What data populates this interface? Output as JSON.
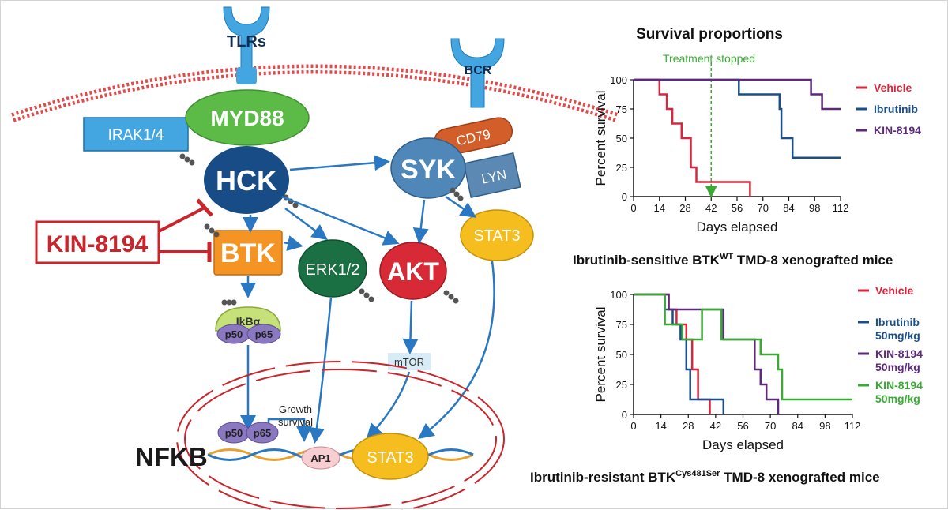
{
  "pathway": {
    "tlrs": "TLRs",
    "bcr": "BCR",
    "myd88": "MYD88",
    "irak": "IRAK1/4",
    "hck": "HCK",
    "syk": "SYK",
    "cd79": "CD79",
    "lyn": "LYN",
    "btk": "BTK",
    "erk": "ERK1/2",
    "akt": "AKT",
    "stat3_top": "STAT3",
    "inhibitor": "KIN-8194",
    "ikba": "IkBα",
    "p50": "p50",
    "p65": "p65",
    "mtor": "mTOR",
    "nfkb": "NFKB",
    "growth": "Growth",
    "survival": "survival",
    "ap1": "AP1",
    "stat3_nuc": "STAT3",
    "p50_nuc": "p50",
    "p65_nuc": "p65"
  },
  "chart_data": [
    {
      "type": "line",
      "title": "Survival proportions",
      "subtitle": "Ibrutinib-sensitive BTK",
      "subtitle_sup": "WT",
      "subtitle_end": " TMD-8 xenografted mice",
      "annotation": "Treatment stopped",
      "annotation_x": 42,
      "xlabel": "Days elapsed",
      "ylabel": "Percent survival",
      "xlim": [
        0,
        112
      ],
      "ylim": [
        0,
        100
      ],
      "xticks": [
        0,
        14,
        28,
        42,
        56,
        70,
        84,
        98,
        112
      ],
      "yticks": [
        0,
        25,
        50,
        75,
        100
      ],
      "series": [
        {
          "name": "Vehicle",
          "color": "#d7263d",
          "points": [
            [
              0,
              100
            ],
            [
              14,
              100
            ],
            [
              14,
              87.5
            ],
            [
              18,
              87.5
            ],
            [
              18,
              75
            ],
            [
              21,
              75
            ],
            [
              21,
              62.5
            ],
            [
              26,
              62.5
            ],
            [
              26,
              50
            ],
            [
              31,
              50
            ],
            [
              31,
              25
            ],
            [
              34,
              25
            ],
            [
              34,
              12.5
            ],
            [
              63,
              12.5
            ],
            [
              63,
              0
            ]
          ]
        },
        {
          "name": "Ibrutinib",
          "color": "#1b4f8a",
          "points": [
            [
              0,
              100
            ],
            [
              57,
              100
            ],
            [
              57,
              87.5
            ],
            [
              79,
              87.5
            ],
            [
              79,
              75
            ],
            [
              80,
              75
            ],
            [
              80,
              50
            ],
            [
              86,
              50
            ],
            [
              86,
              33.3
            ],
            [
              112,
              33.3
            ]
          ]
        },
        {
          "name": "KIN-8194",
          "color": "#5c2a7a",
          "points": [
            [
              0,
              100
            ],
            [
              96,
              100
            ],
            [
              96,
              87.5
            ],
            [
              102,
              87.5
            ],
            [
              102,
              75
            ],
            [
              112,
              75
            ]
          ]
        }
      ]
    },
    {
      "type": "line",
      "subtitle": "Ibrutinib-resistant BTK",
      "subtitle_sup": "Cys481Ser",
      "subtitle_end": " TMD-8 xenografted mice",
      "xlabel": "Days elapsed",
      "ylabel": "Percent survival",
      "xlim": [
        0,
        112
      ],
      "ylim": [
        0,
        100
      ],
      "xticks": [
        0,
        14,
        28,
        42,
        56,
        70,
        84,
        98,
        112
      ],
      "yticks": [
        0,
        25,
        50,
        75,
        100
      ],
      "series": [
        {
          "name": "Vehicle",
          "color": "#d7263d",
          "points": [
            [
              0,
              100
            ],
            [
              18,
              100
            ],
            [
              18,
              87.5
            ],
            [
              22,
              87.5
            ],
            [
              22,
              75
            ],
            [
              27,
              75
            ],
            [
              27,
              62.5
            ],
            [
              30,
              62.5
            ],
            [
              30,
              37.5
            ],
            [
              33,
              37.5
            ],
            [
              33,
              12.5
            ],
            [
              39,
              12.5
            ],
            [
              39,
              0
            ]
          ]
        },
        {
          "name": "Ibrutinib\n50mg/kg",
          "color": "#1b4f8a",
          "points": [
            [
              0,
              100
            ],
            [
              16,
              100
            ],
            [
              16,
              87.5
            ],
            [
              20,
              87.5
            ],
            [
              20,
              75
            ],
            [
              24,
              75
            ],
            [
              24,
              62.5
            ],
            [
              27,
              62.5
            ],
            [
              27,
              37.5
            ],
            [
              29,
              37.5
            ],
            [
              29,
              12.5
            ],
            [
              46,
              12.5
            ],
            [
              46,
              0
            ]
          ]
        },
        {
          "name": "KIN-8194\n50mg/kg",
          "color": "#5c2a7a",
          "points": [
            [
              0,
              100
            ],
            [
              18,
              100
            ],
            [
              18,
              87.5
            ],
            [
              46,
              87.5
            ],
            [
              46,
              62.5
            ],
            [
              62,
              62.5
            ],
            [
              62,
              37.5
            ],
            [
              65,
              37.5
            ],
            [
              65,
              25
            ],
            [
              68,
              25
            ],
            [
              68,
              12.5
            ],
            [
              74,
              12.5
            ],
            [
              74,
              0
            ]
          ]
        },
        {
          "name": "KIN-8194\n50mg/kg",
          "color": "#3aaa35",
          "points": [
            [
              0,
              100
            ],
            [
              16,
              100
            ],
            [
              16,
              75
            ],
            [
              25,
              75
            ],
            [
              25,
              62.5
            ],
            [
              35,
              62.5
            ],
            [
              35,
              87.5
            ],
            [
              45,
              87.5
            ],
            [
              45,
              62.5
            ],
            [
              65,
              62.5
            ],
            [
              65,
              50
            ],
            [
              74,
              50
            ],
            [
              74,
              37.5
            ],
            [
              76,
              37.5
            ],
            [
              76,
              12.5
            ],
            [
              112,
              12.5
            ]
          ]
        }
      ]
    }
  ]
}
